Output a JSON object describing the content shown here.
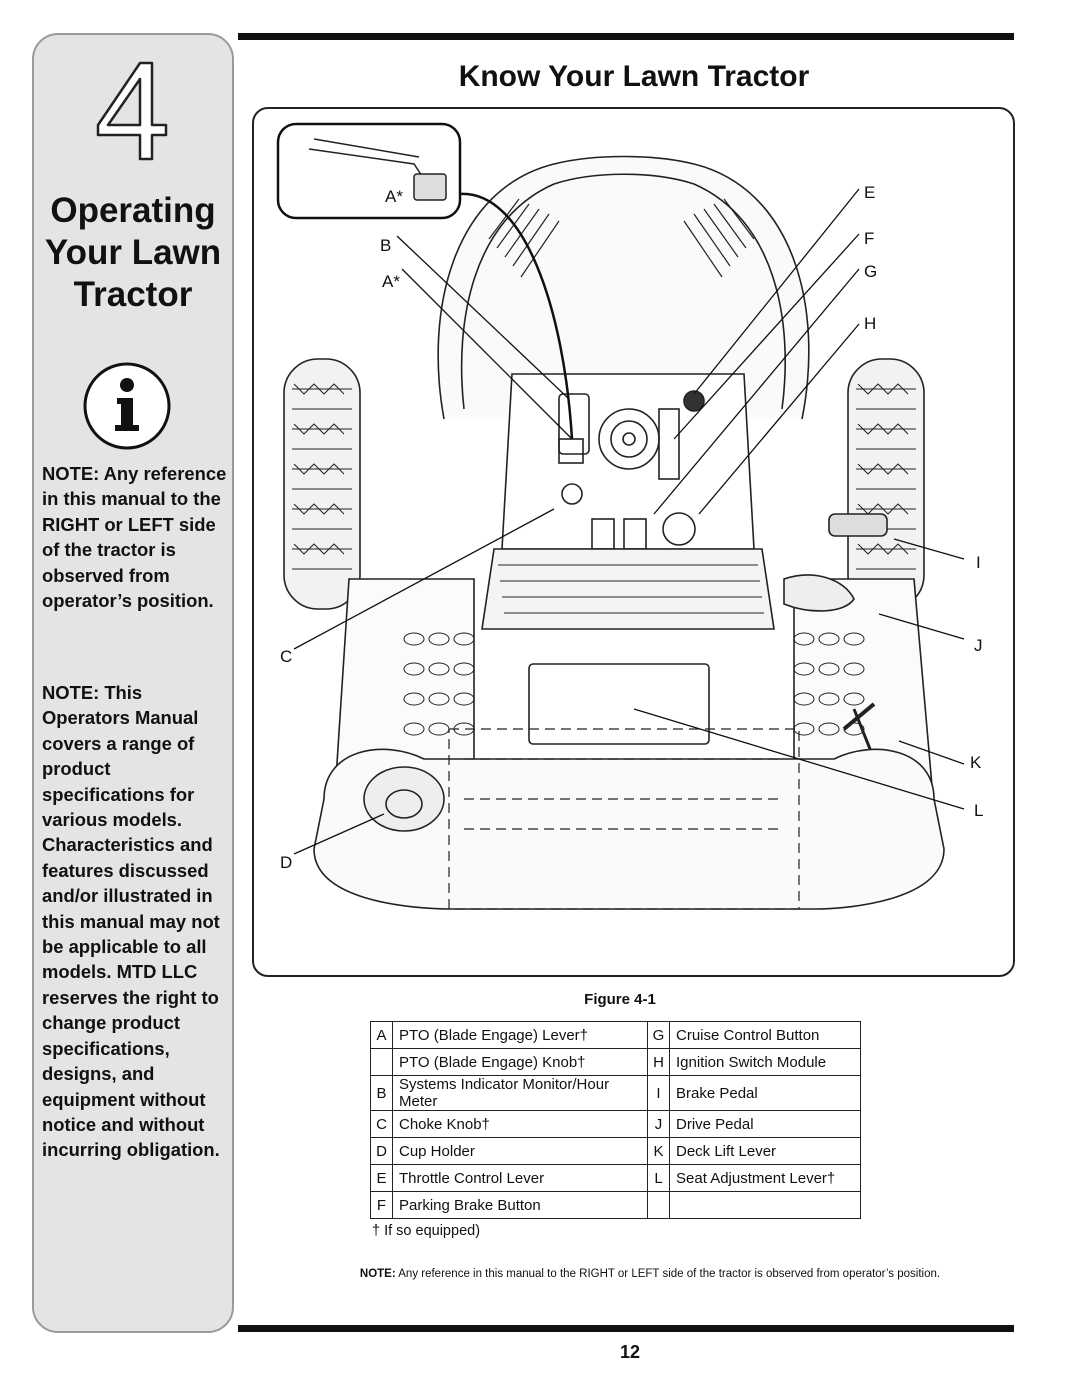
{
  "sidebar": {
    "chapter_number": "4",
    "title_line1": "Operating",
    "title_line2": "Your Lawn",
    "title_line3": "Tractor",
    "icon": "info-icon",
    "note1": "NOTE: Any reference in this manual to the RIGHT or LEFT side of the tractor is observed from operator’s position.",
    "note2": "NOTE: This Operators Manual covers a range of product specifications for various models. Characteristics and features discussed and/or illustrated in this manual may not be applicable to all models. MTD LLC reserves the right to change product specifications, designs, and equipment without notice and without incurring obligation."
  },
  "main": {
    "title": "Know Your Lawn Tractor",
    "figure_caption": "Figure 4-1",
    "callouts": {
      "a_top": "A*",
      "b": "B",
      "a_mid": "A*",
      "c": "C",
      "d": "D",
      "e": "E",
      "f": "F",
      "g": "G",
      "h": "H",
      "i": "I",
      "j": "J",
      "k": "K",
      "l": "L"
    },
    "legend_rows": [
      {
        "k1": "A",
        "v1": "PTO (Blade Engage) Lever†",
        "k2": "G",
        "v2": "Cruise Control Button"
      },
      {
        "k1": "",
        "v1": "PTO (Blade Engage) Knob†",
        "k2": "H",
        "v2": "Ignition Switch Module"
      },
      {
        "k1": "B",
        "v1": "Systems Indicator Monitor/Hour Meter",
        "k2": "I",
        "v2": "Brake Pedal"
      },
      {
        "k1": "C",
        "v1": "Choke Knob†",
        "k2": "J",
        "v2": "Drive Pedal"
      },
      {
        "k1": "D",
        "v1": "Cup Holder",
        "k2": "K",
        "v2": "Deck Lift Lever"
      },
      {
        "k1": "E",
        "v1": "Throttle Control Lever",
        "k2": "L",
        "v2": "Seat Adjustment Lever†"
      },
      {
        "k1": "F",
        "v1": "Parking Brake Button",
        "k2": "",
        "v2": ""
      }
    ],
    "footnote": "† If so equipped)",
    "bottom_note_label": "NOTE:",
    "bottom_note_text": " Any reference in this manual to the RIGHT or LEFT side of the tractor is observed from operator’s position.",
    "page_number": "12"
  }
}
